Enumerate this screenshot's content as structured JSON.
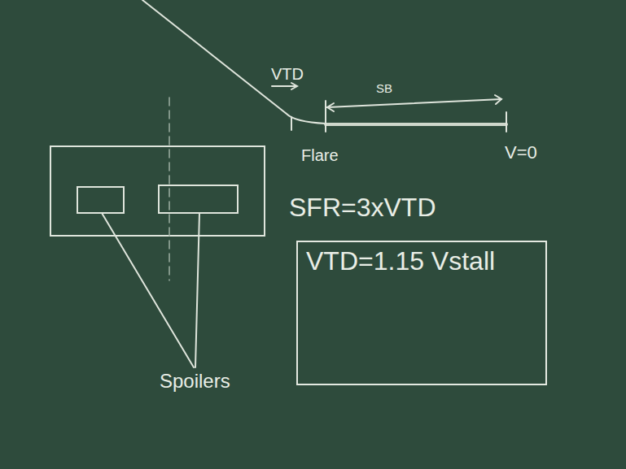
{
  "diagram": {
    "nodes": [
      {
        "text": [
          "VTD=1.15 Vstall"
        ]
      }
    ],
    "labels": [
      "VTD",
      "SB",
      "Flare",
      "V=0",
      "SFR=3xVTD",
      "Spoilers"
    ]
  }
}
